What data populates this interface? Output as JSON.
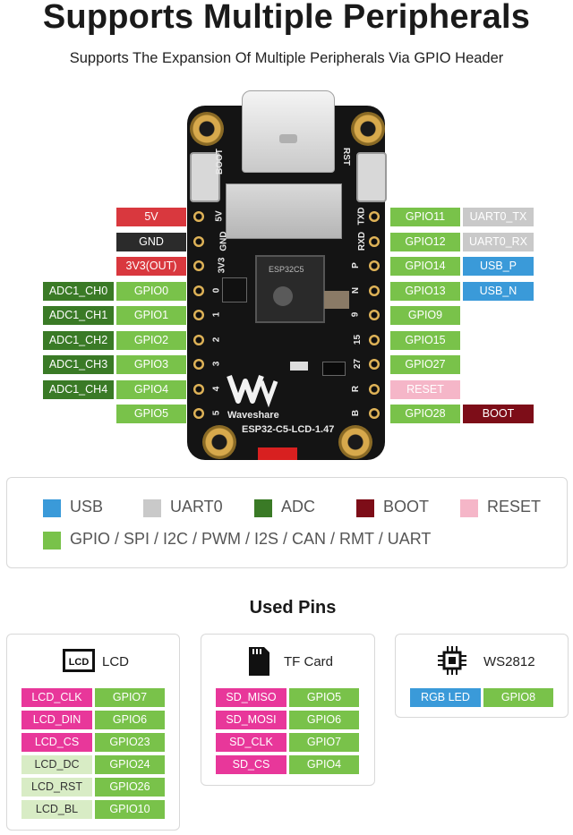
{
  "header": {
    "title": "Supports Multiple Peripherals",
    "subtitle": "Supports The Expansion Of Multiple Peripherals Via GPIO Header"
  },
  "board": {
    "silk_left": [
      "5V",
      "GND",
      "3V3",
      "0",
      "1",
      "2",
      "3",
      "4",
      "5"
    ],
    "silk_right": [
      "TXD",
      "RXD",
      "P",
      "N",
      "9",
      "15",
      "27",
      "R",
      "B"
    ],
    "boot_label": "BOOT",
    "rst_label": "RST",
    "brand": "Waveshare",
    "model": "ESP32-C5-LCD-1.47",
    "chip_text": "ESP32C5"
  },
  "left_pins": [
    {
      "func": "",
      "pin": "5V",
      "pin_color": "power"
    },
    {
      "func": "",
      "pin": "GND",
      "pin_color": "gnd"
    },
    {
      "func": "",
      "pin": "3V3(OUT)",
      "pin_color": "power"
    },
    {
      "func": "ADC1_CH0",
      "pin": "GPIO0",
      "pin_color": "gpio"
    },
    {
      "func": "ADC1_CH1",
      "pin": "GPIO1",
      "pin_color": "gpio"
    },
    {
      "func": "ADC1_CH2",
      "pin": "GPIO2",
      "pin_color": "gpio"
    },
    {
      "func": "ADC1_CH3",
      "pin": "GPIO3",
      "pin_color": "gpio"
    },
    {
      "func": "ADC1_CH4",
      "pin": "GPIO4",
      "pin_color": "gpio"
    },
    {
      "func": "",
      "pin": "GPIO5",
      "pin_color": "gpio"
    }
  ],
  "right_pins": [
    {
      "pin": "GPIO11",
      "func": "UART0_TX",
      "func_color": "uart"
    },
    {
      "pin": "GPIO12",
      "func": "UART0_RX",
      "func_color": "uart"
    },
    {
      "pin": "GPIO14",
      "func": "USB_P",
      "func_color": "usb"
    },
    {
      "pin": "GPIO13",
      "func": "USB_N",
      "func_color": "usb"
    },
    {
      "pin": "GPIO9",
      "func": "",
      "func_color": ""
    },
    {
      "pin": "GPIO15",
      "func": "",
      "func_color": ""
    },
    {
      "pin": "GPIO27",
      "func": "",
      "func_color": ""
    },
    {
      "pin": "RESET",
      "func": "",
      "func_color": "",
      "pin_color": "reset"
    },
    {
      "pin": "GPIO28",
      "func": "BOOT",
      "func_color": "boot"
    }
  ],
  "legend": {
    "items": [
      {
        "label": "USB",
        "color": "#3a9ad9"
      },
      {
        "label": "UART0",
        "color": "#c9c9c9"
      },
      {
        "label": "ADC",
        "color": "#3a7a26"
      },
      {
        "label": "BOOT",
        "color": "#7d0d18"
      },
      {
        "label": "RESET",
        "color": "#f5b6c8"
      },
      {
        "label": "GPIO / SPI / I2C / PWM / I2S / CAN / RMT / UART",
        "color": "#79c24a"
      }
    ]
  },
  "used_pins": {
    "title": "Used Pins",
    "lcd": {
      "title": "LCD",
      "icon_text": "LCD",
      "rows": [
        {
          "name": "LCD_CLK",
          "gpio": "GPIO7",
          "style": "pink"
        },
        {
          "name": "LCD_DIN",
          "gpio": "GPIO6",
          "style": "pink"
        },
        {
          "name": "LCD_CS",
          "gpio": "GPIO23",
          "style": "pink"
        },
        {
          "name": "LCD_DC",
          "gpio": "GPIO24",
          "style": "light"
        },
        {
          "name": "LCD_RST",
          "gpio": "GPIO26",
          "style": "light"
        },
        {
          "name": "LCD_BL",
          "gpio": "GPIO10",
          "style": "light"
        }
      ]
    },
    "tf": {
      "title": "TF Card",
      "rows": [
        {
          "name": "SD_MISO",
          "gpio": "GPIO5"
        },
        {
          "name": "SD_MOSI",
          "gpio": "GPIO6"
        },
        {
          "name": "SD_CLK",
          "gpio": "GPIO7"
        },
        {
          "name": "SD_CS",
          "gpio": "GPIO4"
        }
      ]
    },
    "ws": {
      "title": "WS2812",
      "rows": [
        {
          "name": "RGB LED",
          "gpio": "GPIO8"
        }
      ]
    }
  },
  "colors": {
    "power": "#d9383e",
    "gnd": "#2b2b2b",
    "adc": "#3a7a26",
    "gpio": "#79c24a",
    "uart": "#c9c9c9",
    "usb": "#3a9ad9",
    "reset": "#f5b6c8",
    "boot": "#7d0d18",
    "lcd_pink": "#e8379a",
    "lcd_light": "#d8ecc5"
  }
}
